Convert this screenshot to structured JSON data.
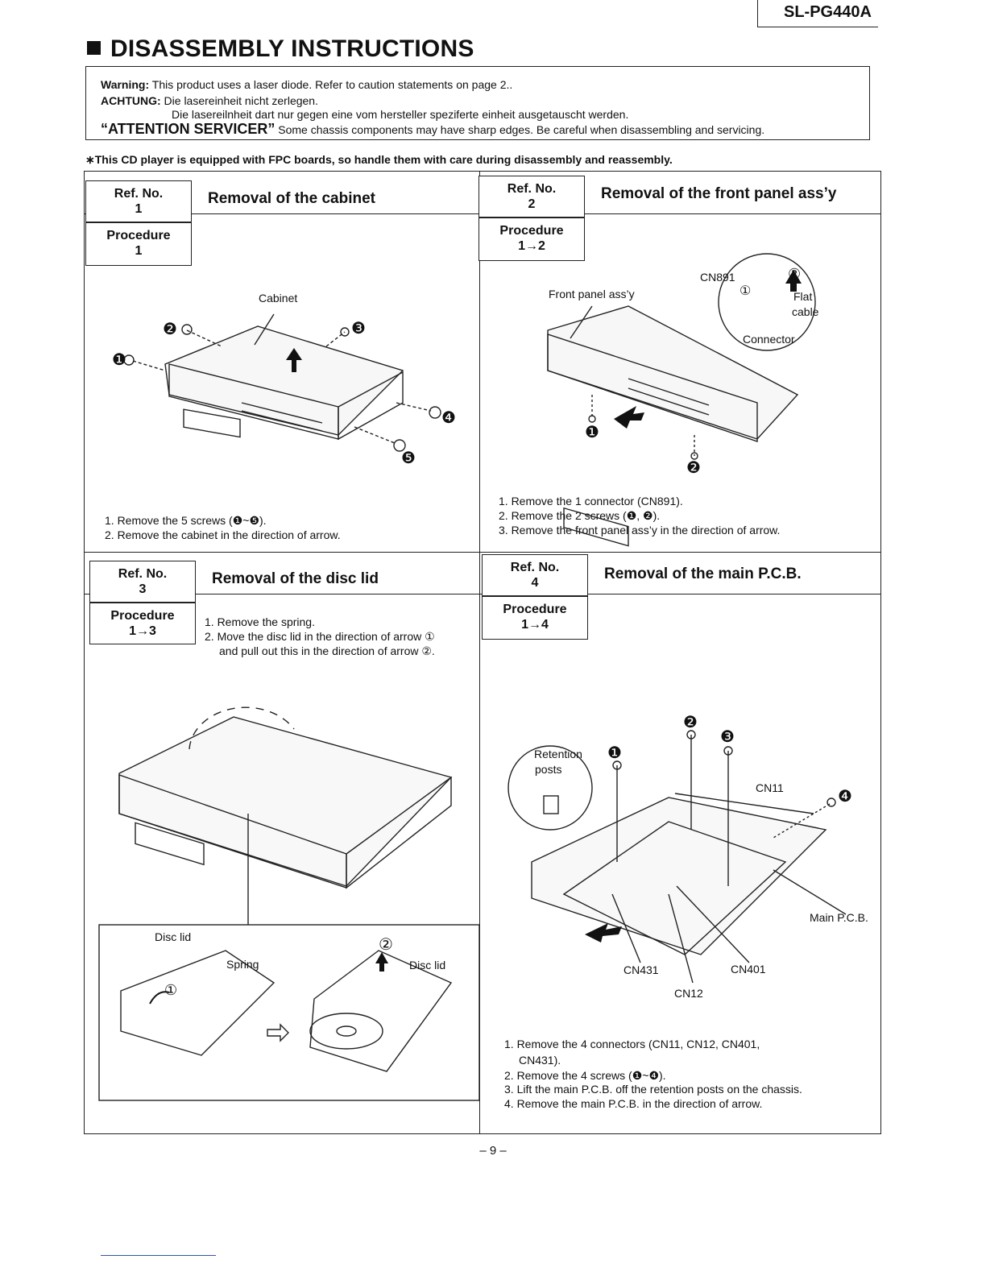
{
  "header": {
    "model": "SL-PG440A",
    "title": "DISASSEMBLY INSTRUCTIONS"
  },
  "warnings": {
    "warning_label": "Warning:",
    "warning_text": "This product uses a laser diode. Refer to caution statements on page 2..",
    "achtung_label": "ACHTUNG:",
    "achtung_text1": "Die lasereinheit nicht zerlegen.",
    "achtung_text2": "Die lasereilnheit dart nur gegen eine vom hersteller speziferte einheit ausgetauscht werden.",
    "attention_label": "“ATTENTION SERVICER”",
    "attention_text": "Some chassis components may have sharp edges. Be careful when disassembling and servicing."
  },
  "fpc_note": "∗This CD player is equipped with FPC boards, so handle them with care during disassembly and reassembly.",
  "sections": [
    {
      "ref_label": "Ref. No.",
      "ref": "1",
      "title": "Removal of the cabinet",
      "proc_label": "Procedure",
      "proc": "1",
      "labels": {
        "cabinet": "Cabinet"
      },
      "screws": [
        "❷",
        "❸",
        "❶",
        "❹",
        "❺"
      ],
      "steps": [
        "1. Remove the 5 screws (❶~❺).",
        "2. Remove the cabinet in the direction of arrow."
      ]
    },
    {
      "ref_label": "Ref. No.",
      "ref": "2",
      "title": "Removal of the front panel ass’y",
      "proc_label": "Procedure",
      "proc": "1→2",
      "labels": {
        "front_panel": "Front panel ass’y",
        "cn891": "CN891",
        "flat": "Flat",
        "cable": "cable",
        "connector": "Connector",
        "c1": "①",
        "c2": "②"
      },
      "screws": [
        "❶",
        "❷"
      ],
      "steps": [
        "1. Remove the 1 connector (CN891).",
        "2. Remove the 2 screws (❶, ❷).",
        "3. Remove the front panel ass’y in the direction of arrow."
      ]
    },
    {
      "ref_label": "Ref. No.",
      "ref": "3",
      "title": "Removal of the disc lid",
      "proc_label": "Procedure",
      "proc": "1→3",
      "steps": [
        "1. Remove the spring.",
        "2. Move the disc lid in the direction of arrow ①",
        "and pull out this in the direction of arrow ②."
      ],
      "labels": {
        "disc_lid_a": "Disc lid",
        "spring": "Spring",
        "disc_lid_b": "Disc lid",
        "c1": "①",
        "c2": "②"
      }
    },
    {
      "ref_label": "Ref. No.",
      "ref": "4",
      "title": "Removal of the main P.C.B.",
      "proc_label": "Procedure",
      "proc": "1→4",
      "labels": {
        "retention": "Retention",
        "posts": "posts",
        "cn11": "CN11",
        "main_pcb": "Main P.C.B.",
        "cn431": "CN431",
        "cn401": "CN401",
        "cn12": "CN12"
      },
      "screws": [
        "❷",
        "❸",
        "❶",
        "❹"
      ],
      "steps": [
        "1. Remove the 4 connectors (CN11, CN12, CN401,",
        "CN431).",
        "2. Remove the 4 screws (❶~❹).",
        "3. Lift the main P.C.B. off the retention posts on the chassis.",
        "4. Remove the main P.C.B. in the direction of arrow."
      ]
    }
  ],
  "page_number": "– 9 –"
}
